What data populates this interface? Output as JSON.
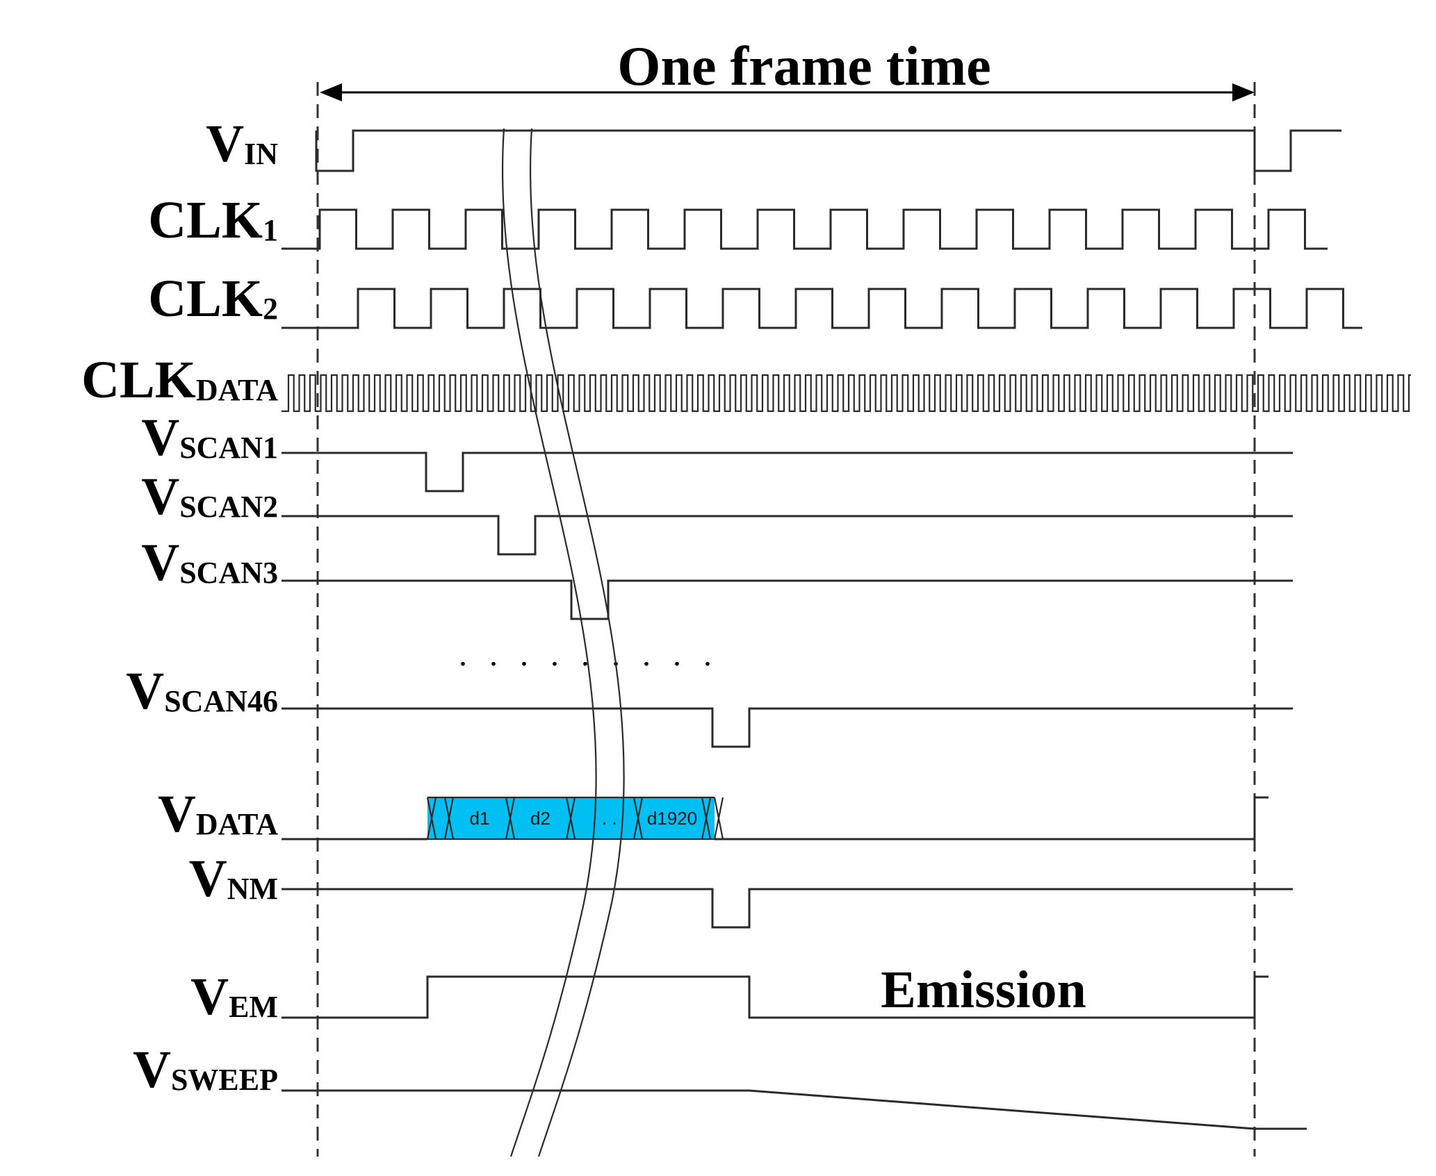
{
  "title": "One frame time",
  "annotation": "Emission",
  "ellipsis": ". . . . . . . . .",
  "signals": [
    {
      "id": "vin",
      "main": "V",
      "sub": "IN"
    },
    {
      "id": "clk1",
      "main": "CLK",
      "sub": "1"
    },
    {
      "id": "clk2",
      "main": "CLK",
      "sub": "2"
    },
    {
      "id": "clkdata",
      "main": "CLK",
      "sub": "DATA"
    },
    {
      "id": "vscan1",
      "main": "V",
      "sub": "SCAN1"
    },
    {
      "id": "vscan2",
      "main": "V",
      "sub": "SCAN2"
    },
    {
      "id": "vscan3",
      "main": "V",
      "sub": "SCAN3"
    },
    {
      "id": "vscan46",
      "main": "V",
      "sub": "SCAN46"
    },
    {
      "id": "vdata",
      "main": "V",
      "sub": "DATA"
    },
    {
      "id": "vnm",
      "main": "V",
      "sub": "NM"
    },
    {
      "id": "vem",
      "main": "V",
      "sub": "EM"
    },
    {
      "id": "vsweep",
      "main": "V",
      "sub": "SWEEP"
    }
  ],
  "data_cells": [
    "d1",
    "d2",
    ". . .",
    "d1920"
  ],
  "colors": {
    "data_fill": "#00bff3",
    "line": "#2a2a2a",
    "background": "#ffffff"
  }
}
